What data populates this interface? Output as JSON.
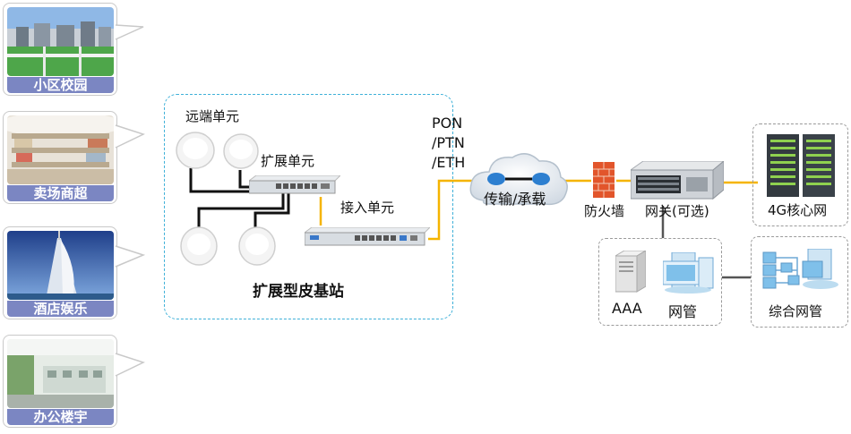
{
  "scenarios": [
    {
      "label": "小区校园"
    },
    {
      "label": "卖场商超"
    },
    {
      "label": "酒店娱乐"
    },
    {
      "label": "办公楼宇"
    }
  ],
  "base_station": {
    "remote_unit": "远端单元",
    "expansion_unit": "扩展单元",
    "access_unit": "接入单元",
    "title": "扩展型皮基站"
  },
  "transport": {
    "line1": "PON",
    "line2": "/PTN",
    "line3": "/ETH",
    "cloud_label": "传输/承载"
  },
  "network": {
    "firewall": "防火墙",
    "gateway": "网关(可选)",
    "core": "4G核心网",
    "aaa": "AAA",
    "nms": "网管",
    "integrated_nms": "综合网管"
  },
  "colors": {
    "caption_bg": "#7b86c2",
    "station_border": "#3fb0d8",
    "link_yellow": "#f5b400",
    "cable_black": "#111111"
  }
}
